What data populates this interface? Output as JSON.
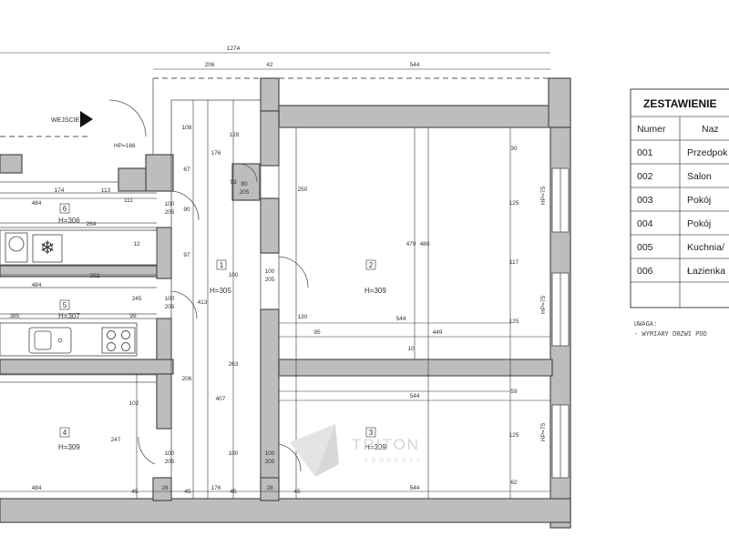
{
  "plan": {
    "entrance_label": "WEJŚCIE",
    "overall_width": "1274",
    "dims_top": [
      "206",
      "42",
      "544"
    ],
    "rooms": [
      {
        "no": "1",
        "height": "H=305"
      },
      {
        "no": "2",
        "height": "H=309"
      },
      {
        "no": "3",
        "height": "H=309"
      },
      {
        "no": "4",
        "height": "H=309"
      },
      {
        "no": "5",
        "height": "H=307"
      },
      {
        "no": "6",
        "height": "H=306"
      }
    ],
    "hp_labels": [
      "HP=166",
      "HP=75",
      "HP=75",
      "HP=75"
    ],
    "door_label": [
      "100",
      "205"
    ],
    "door_small": [
      "80",
      "205"
    ],
    "dims": {
      "d484": "484",
      "d174": "174",
      "d113": "113",
      "d111": "111",
      "d264": "264",
      "d12": "12",
      "d252": "252",
      "d245": "245",
      "d385": "385",
      "d99": "99",
      "d102": "102",
      "d247": "247",
      "d45": "45",
      "d28": "28",
      "d176": "176",
      "d206": "206",
      "d407": "407",
      "d263": "263",
      "d413": "413",
      "d93": "93",
      "d97": "97",
      "d90": "90",
      "d67": "67",
      "d100": "100",
      "d108": "108",
      "d128": "128",
      "d250": "250",
      "d470": "470",
      "d480": "480",
      "d117": "117",
      "d544": "544",
      "d449": "449",
      "d95": "95",
      "d10": "10",
      "d130": "130",
      "d59": "59",
      "d62": "62",
      "d125": "125",
      "d30": "30"
    }
  },
  "table": {
    "title": "ZESTAWIENIE",
    "col_number": "Numer",
    "col_name": "Naz",
    "rows": [
      {
        "num": "001",
        "name": "Przedpok"
      },
      {
        "num": "002",
        "name": "Salon"
      },
      {
        "num": "003",
        "name": "Pokój"
      },
      {
        "num": "004",
        "name": "Pokój"
      },
      {
        "num": "005",
        "name": "Kuchnia/"
      },
      {
        "num": "006",
        "name": "Łazienka"
      }
    ]
  },
  "notes": {
    "title": "UWAGA:",
    "line1": "- WYMIARY DRZWI POD"
  },
  "watermark": {
    "name": "TRITON",
    "sub": "PROPERTY"
  },
  "colors": {
    "wall_fill": "#bdbdbd",
    "wall_stroke": "#4a4a4a",
    "line": "#333333"
  }
}
